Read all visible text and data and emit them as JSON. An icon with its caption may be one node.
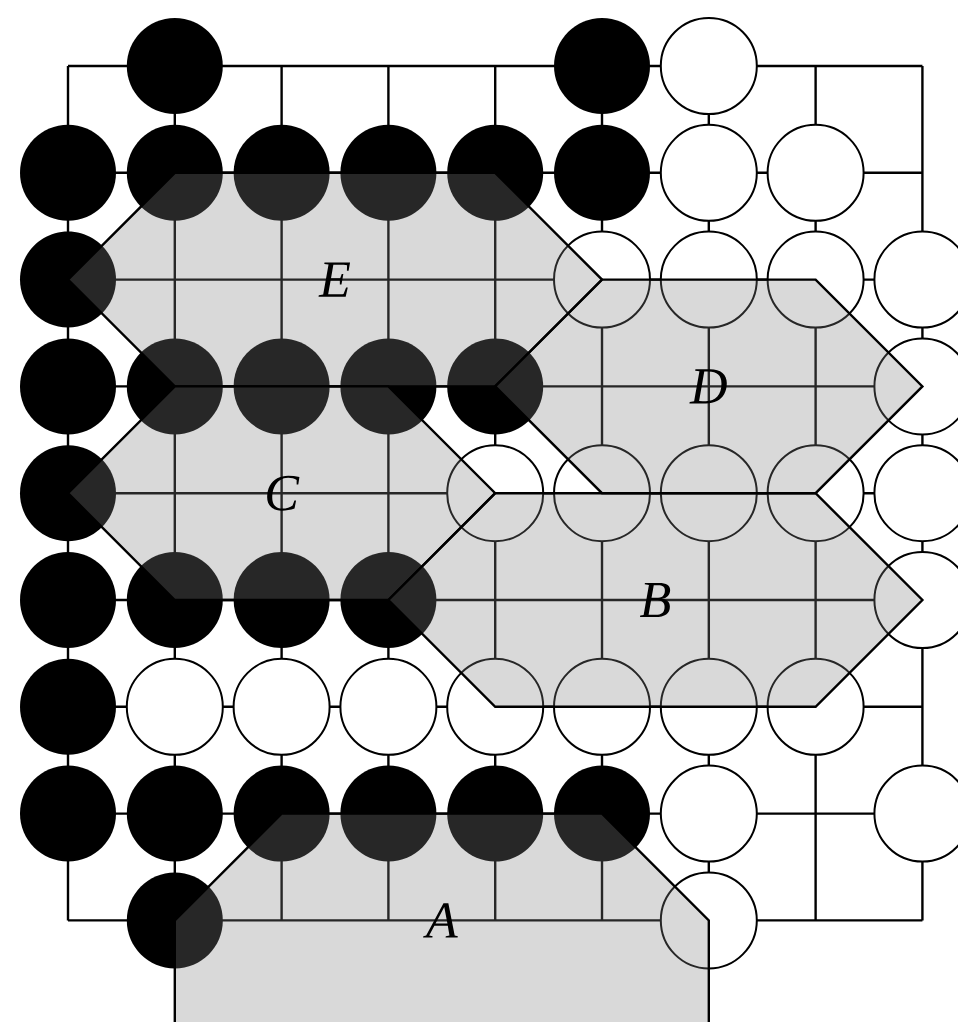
{
  "diagram": {
    "nodes": [
      {
        "text": [
          "E"
        ]
      },
      {
        "text": [
          "D"
        ]
      },
      {
        "text": [
          "C"
        ]
      },
      {
        "text": [
          "B"
        ]
      },
      {
        "text": [
          "A"
        ]
      }
    ]
  }
}
